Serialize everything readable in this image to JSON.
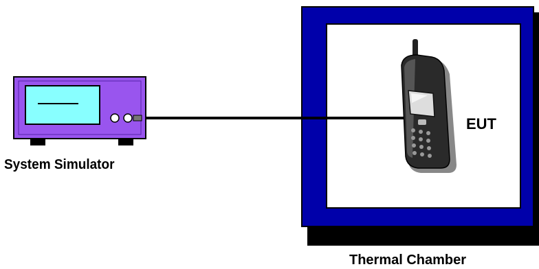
{
  "labels": {
    "system_simulator": "System Simulator",
    "eut": "EUT",
    "thermal_chamber": "Thermal Chamber"
  },
  "colors": {
    "simulator_body": "#9955ee",
    "simulator_screen": "#88ffff",
    "chamber_frame": "#0000aa",
    "chamber_shadow": "#000000",
    "cable": "#000000",
    "background": "#ffffff"
  },
  "icons": {
    "simulator": "test-instrument-icon",
    "device": "mobile-phone-icon"
  }
}
